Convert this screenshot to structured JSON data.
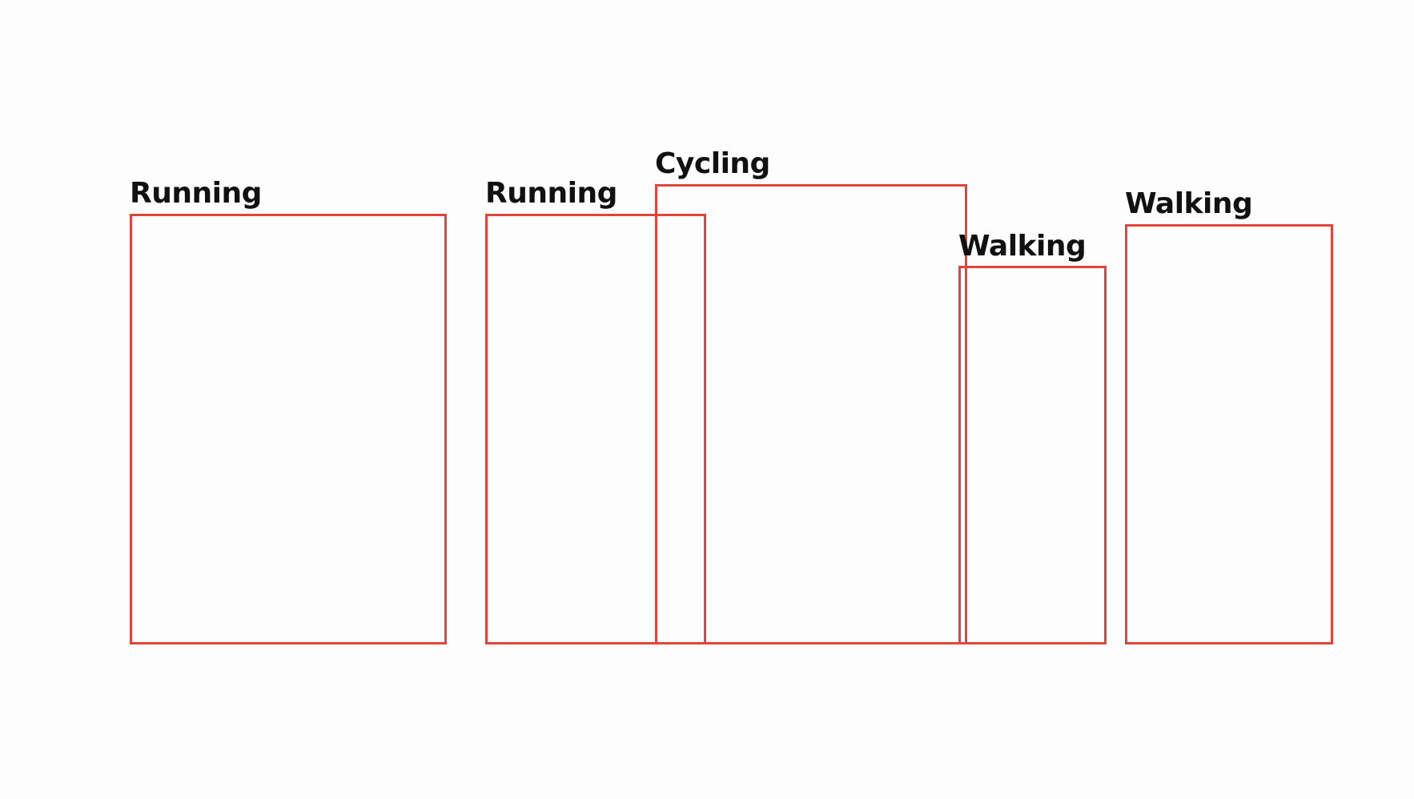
{
  "detections": [
    {
      "label": "Running",
      "color": "#e0443a"
    },
    {
      "label": "Running",
      "color": "#e0443a"
    },
    {
      "label": "Cycling",
      "color": "#e0443a"
    },
    {
      "label": "Walking",
      "color": "#e0443a"
    },
    {
      "label": "Walking",
      "color": "#e0443a"
    }
  ]
}
